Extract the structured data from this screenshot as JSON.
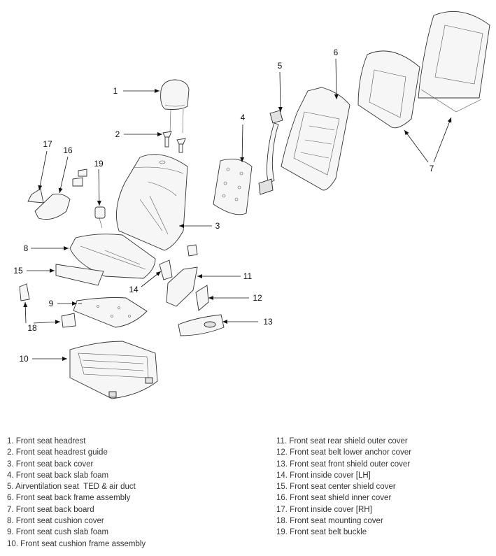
{
  "callouts": [
    "1",
    "2",
    "3",
    "4",
    "5",
    "6",
    "7",
    "8",
    "9",
    "10",
    "11",
    "12",
    "13",
    "14",
    "15",
    "16",
    "17",
    "18",
    "19"
  ],
  "legend": {
    "left": [
      "1. Front seat headrest",
      "2. Front seat headrest guide",
      "3. Front seat back cover",
      "4. Front seat back slab foam",
      "5. Airventilation seat  TED & air duct",
      "6. Front seat back frame assembly",
      "7. Front seat back board",
      "8. Front seat cushion cover",
      "9. Front seat cush slab foam",
      "10. Front seat cushion frame assembly"
    ],
    "right": [
      "11. Front seat rear shield outer cover",
      "12. Front seat belt lower anchor cover",
      "13. Front seat front shield outer cover",
      "14. Front inside cover [LH]",
      "15. Front seat center shield cover",
      "16. Front seat shield inner cover",
      "17. Front inside cover [RH]",
      "18. Front seat mounting cover",
      "19. Front seat belt buckle"
    ]
  }
}
